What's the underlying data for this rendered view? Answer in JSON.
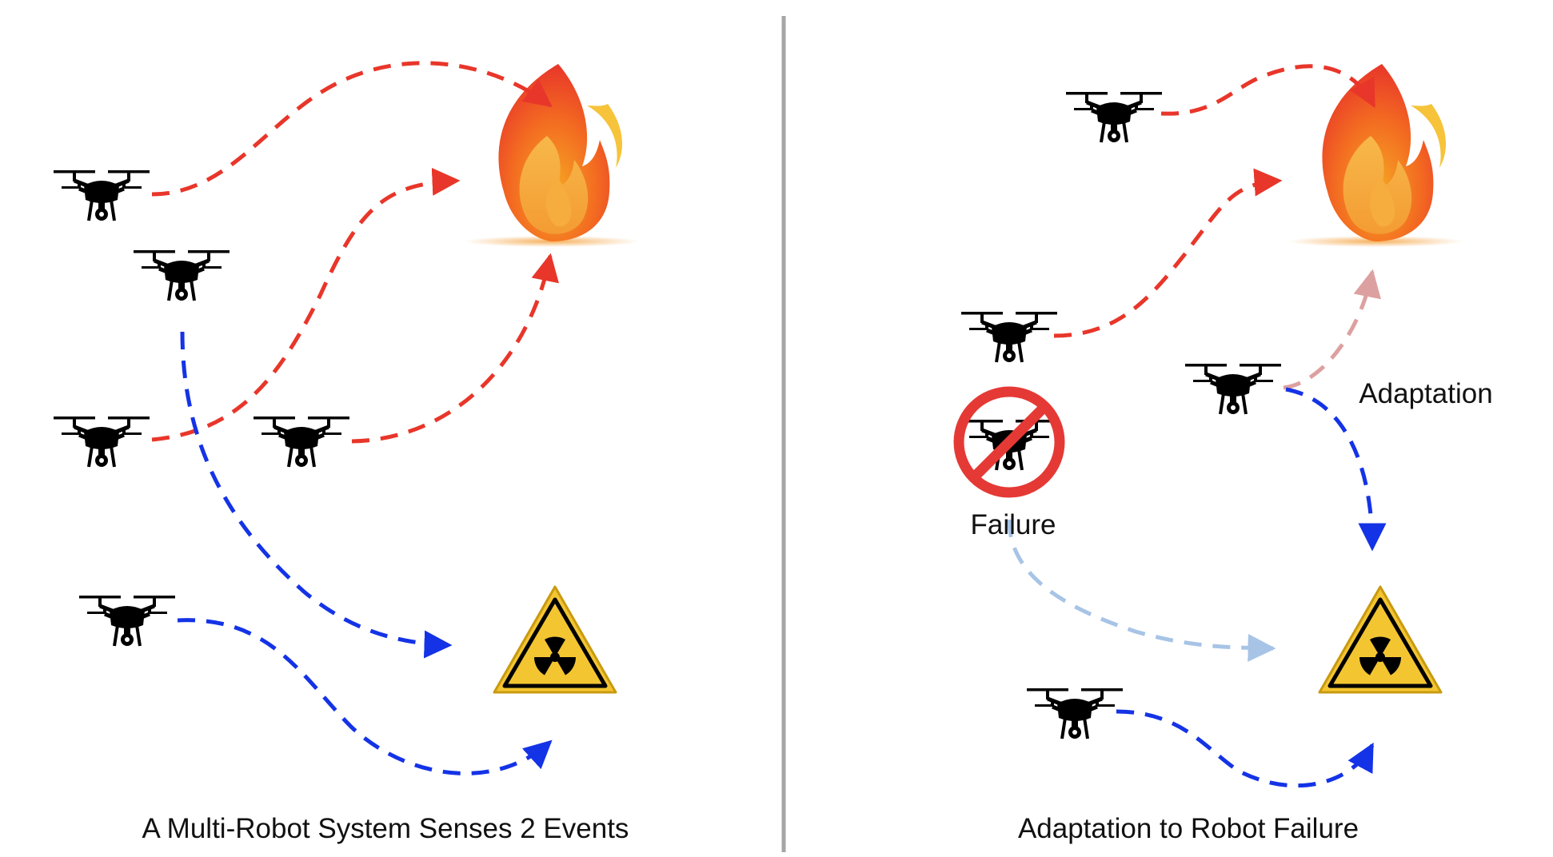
{
  "left_panel": {
    "caption": "A Multi-Robot System Senses 2 Events"
  },
  "right_panel": {
    "caption": "Adaptation to Robot Failure",
    "failure_label": "Failure",
    "adaptation_label": "Adaptation"
  },
  "icons": {
    "drone": "drone-icon",
    "fire": "fire-icon",
    "hazard": "radiation-hazard-icon",
    "prohibition": "no-entry-icon"
  },
  "colors": {
    "fire_path": "#e8362a",
    "radiation_path": "#1433e6",
    "fire_path_faded": "#dda0a0",
    "radiation_path_faded": "#a7c4e6",
    "divider": "#a6a6a6",
    "prohibition": "#e53935",
    "hazard_fill": "#f3c531"
  }
}
